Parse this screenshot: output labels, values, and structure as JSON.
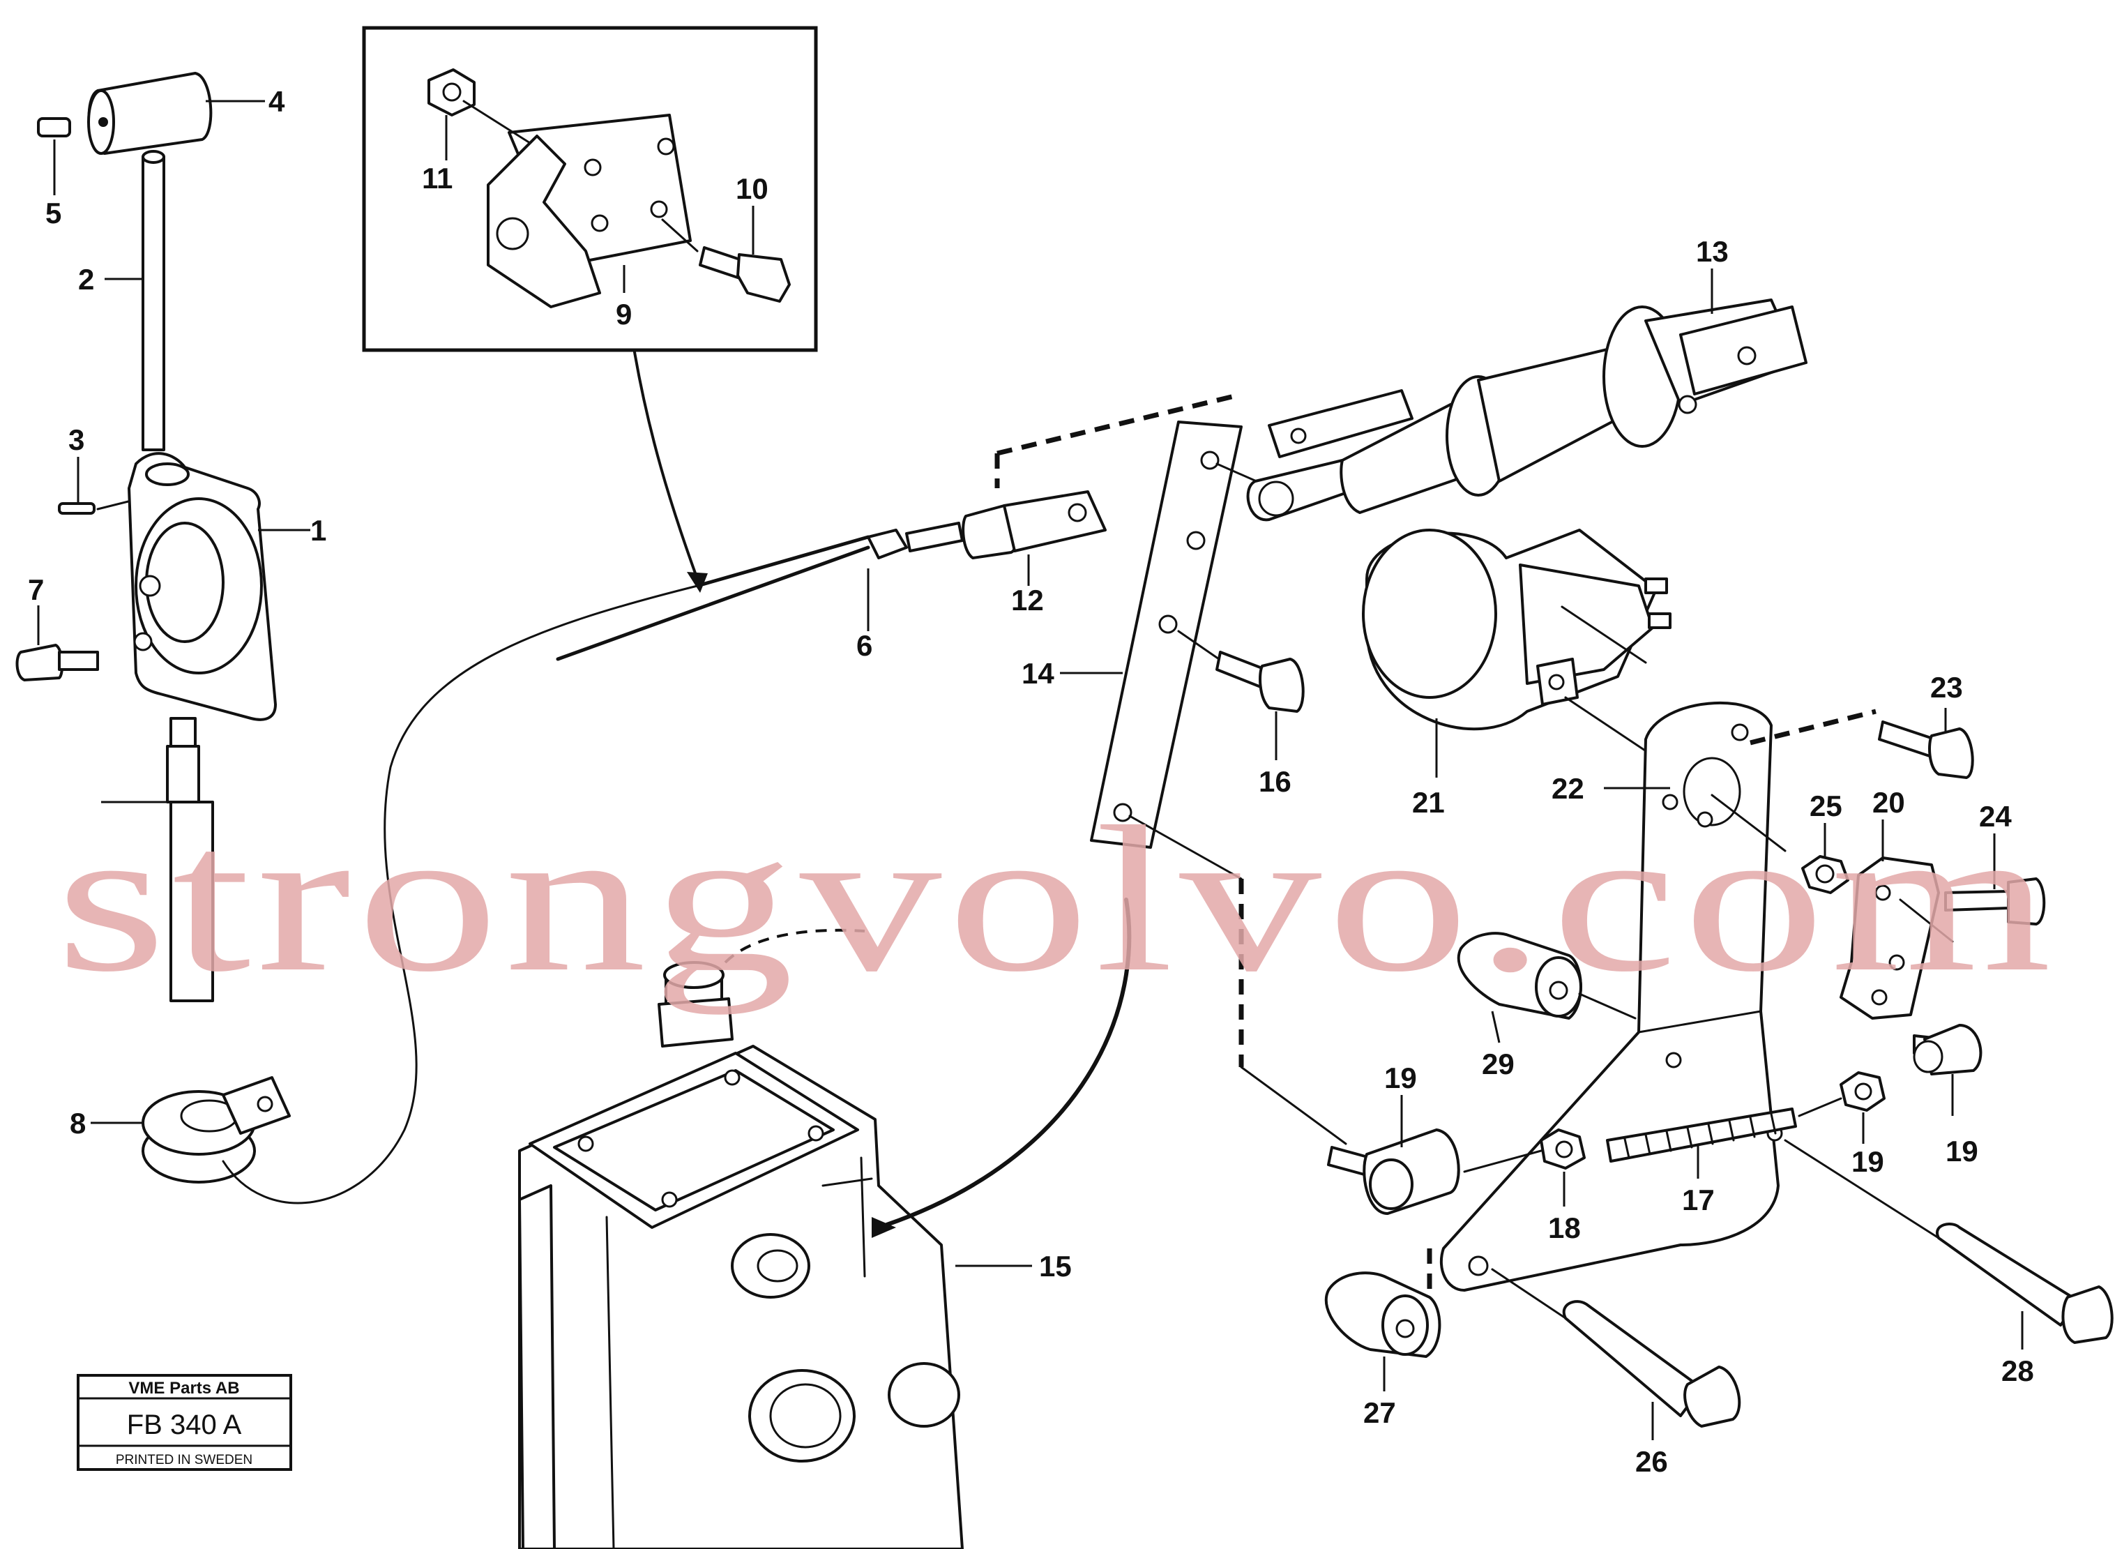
{
  "diagram": {
    "callouts": [
      "1",
      "2",
      "3",
      "4",
      "5",
      "6",
      "7",
      "8",
      "9",
      "10",
      "11",
      "12",
      "13",
      "14",
      "15",
      "16",
      "17",
      "18",
      "19",
      "19",
      "19",
      "20",
      "21",
      "22",
      "23",
      "24",
      "25",
      "26",
      "27",
      "28",
      "29"
    ],
    "watermark": "strongvolvo.com",
    "title_block": {
      "company": "VME Parts AB",
      "code": "FB 340 A",
      "printed": "PRINTED IN SWEDEN"
    }
  }
}
